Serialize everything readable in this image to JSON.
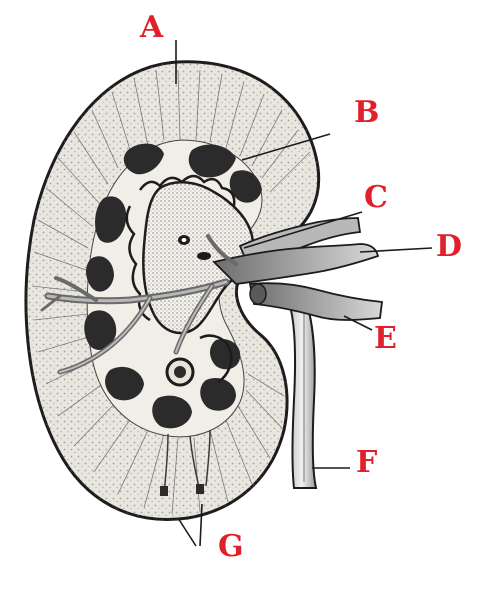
{
  "labels": {
    "A": "A",
    "B": "B",
    "C": "C",
    "D": "D",
    "E": "E",
    "F": "F",
    "G": "G"
  },
  "colors": {
    "label": "#e0202a",
    "ink": "#1c1c1c",
    "cortex_fill": "#e9e6e0",
    "pelvis_fill": "#f4f1ec",
    "vessel_fill": "#8c8c8c",
    "vessel_light": "#c8c8c8",
    "pyramid_fill": "#2b2b2b"
  }
}
